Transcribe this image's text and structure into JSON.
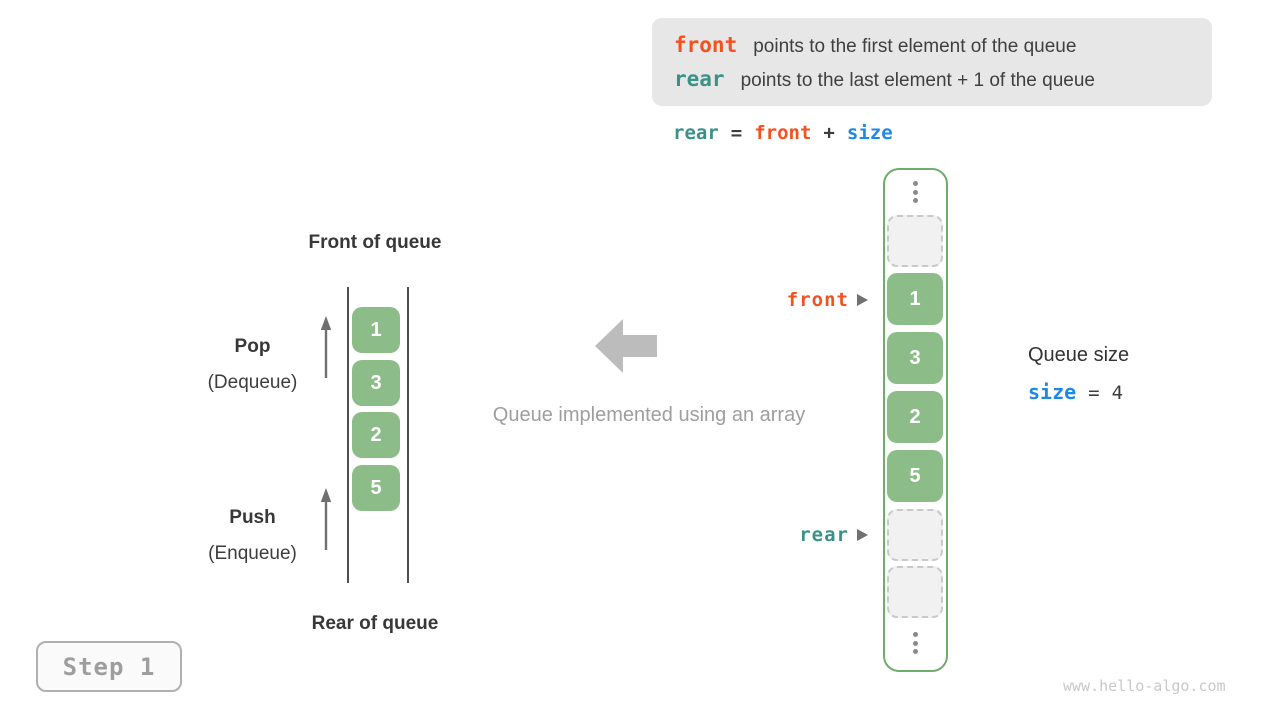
{
  "colors": {
    "front_orange": "#f4511e",
    "rear_teal": "#3a9287",
    "size_blue": "#1e88e5",
    "cell_green": "#8cbd89",
    "array_border_green": "#70ad6d",
    "muted_gray": "#9e9e9e",
    "legend_bg": "#e7e7e7"
  },
  "info_box": {
    "line1": {
      "code": "front",
      "text": "points to the first element of the queue"
    },
    "line2": {
      "code": "rear",
      "text": "points to the last element + 1 of the queue"
    }
  },
  "formula": {
    "rear": "rear",
    "eq": "=",
    "front": "front",
    "plus": "+",
    "size": "size"
  },
  "abstract_queue": {
    "front_label": "Front of queue",
    "rear_label": "Rear of queue",
    "pop_title": "Pop",
    "pop_subtitle": "(Dequeue)",
    "push_title": "Push",
    "push_subtitle": "(Enqueue)",
    "values": [
      "1",
      "3",
      "2",
      "5"
    ]
  },
  "middle": {
    "caption": "Queue implemented using an array"
  },
  "array_view": {
    "front_pointer": "front",
    "rear_pointer": "rear",
    "values": [
      "1",
      "3",
      "2",
      "5"
    ]
  },
  "size_panel": {
    "label": "Queue size",
    "code": "size",
    "eq": "=",
    "value": "4"
  },
  "step_badge": {
    "label": "Step 1"
  },
  "watermark": "www.hello-algo.com"
}
